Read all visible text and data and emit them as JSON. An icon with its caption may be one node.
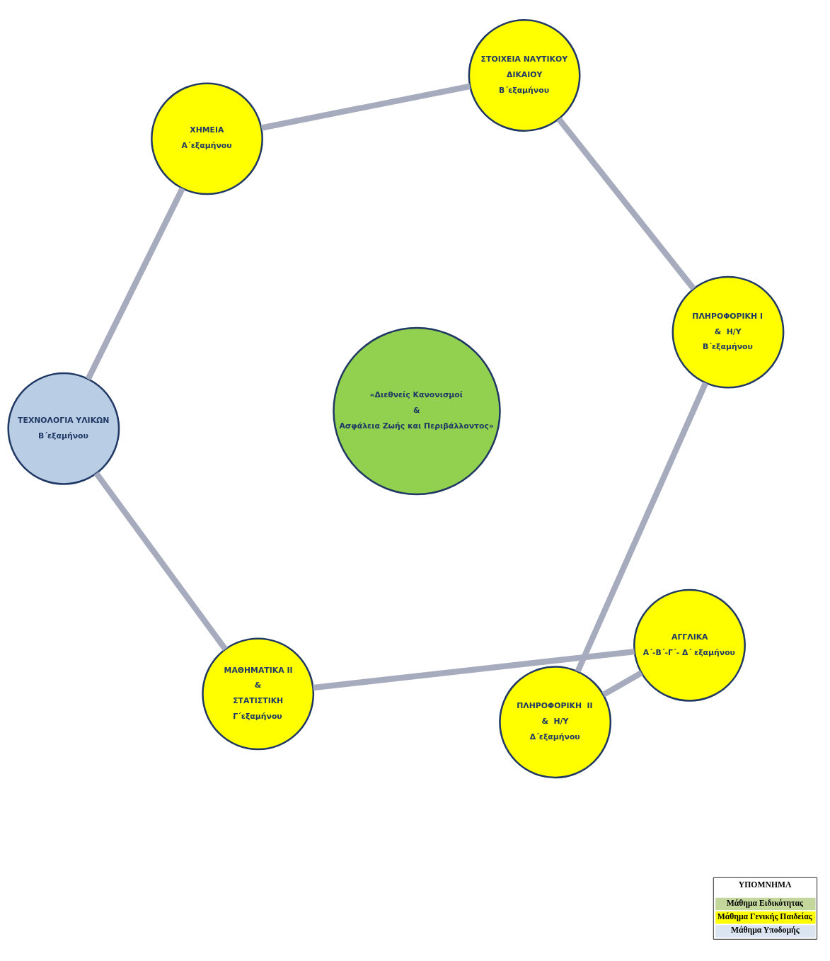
{
  "diagram": {
    "nodes": [
      {
        "text": [
          "ΧΗΜΕΙΑ",
          "Α΄εξαμήνου"
        ]
      },
      {
        "text": [
          "ΣΤΟΙΧΕΙΑ ΝΑΥΤΙΚΟΥ",
          "ΔΙΚΑΙΟΥ",
          "Β΄εξαμήνου"
        ]
      },
      {
        "text": [
          "ΤΕΧΝΟΛΟΓΙΑ ΥΛΙΚΩΝ",
          "Β΄εξαμήνου"
        ]
      },
      {
        "text": [
          "«Διεθνείς Κανονισμοί",
          "&",
          "Ασφάλεια Ζωής και Περιβάλλοντος»"
        ]
      },
      {
        "text": [
          "ΠΛΗΡΟΦΟΡΙΚΗ Ι",
          "&  Η/Υ",
          "Β΄εξαμήνου"
        ]
      },
      {
        "text": [
          "ΜΑΘΗΜΑΤΙΚΑ ΙΙ",
          "&",
          "ΣΤΑΤΙΣΤΙΚΗ",
          "Γ΄εξαμήνου"
        ]
      },
      {
        "text": [
          "ΠΛΗΡΟΦΟΡΙΚΗ  ΙΙ",
          "&  Η/Υ",
          "Δ΄εξαμήνου"
        ]
      },
      {
        "text": [
          "ΑΓΓΛΙΚΑ",
          "Α΄-Β΄-Γ΄- Δ΄ εξαμήνου"
        ]
      }
    ],
    "edges": [
      {
        "from": 0,
        "to": 2,
        "arrow": "none"
      },
      {
        "from": 2,
        "to": 5,
        "arrow": "none"
      },
      {
        "from": 5,
        "to": 7,
        "arrow": "none"
      },
      {
        "from": 7,
        "to": 6,
        "arrow": "none"
      },
      {
        "from": 6,
        "to": 4,
        "arrow": "none"
      },
      {
        "from": 4,
        "to": 1,
        "arrow": "none"
      },
      {
        "from": 1,
        "to": 0,
        "arrow": "none"
      }
    ],
    "labels": [
      "ΥΠΟΜΝΗΜΑ"
    ],
    "legend": [
      {
        "text": "Μάθημα Ειδικότητας",
        "color": "#c3d69b"
      },
      {
        "text": "Μάθημα Γενικής Παιδείας",
        "color": "#ffff00"
      },
      {
        "text": "Μάθημα Υποδομής",
        "color": "#dbe5f1"
      }
    ]
  }
}
